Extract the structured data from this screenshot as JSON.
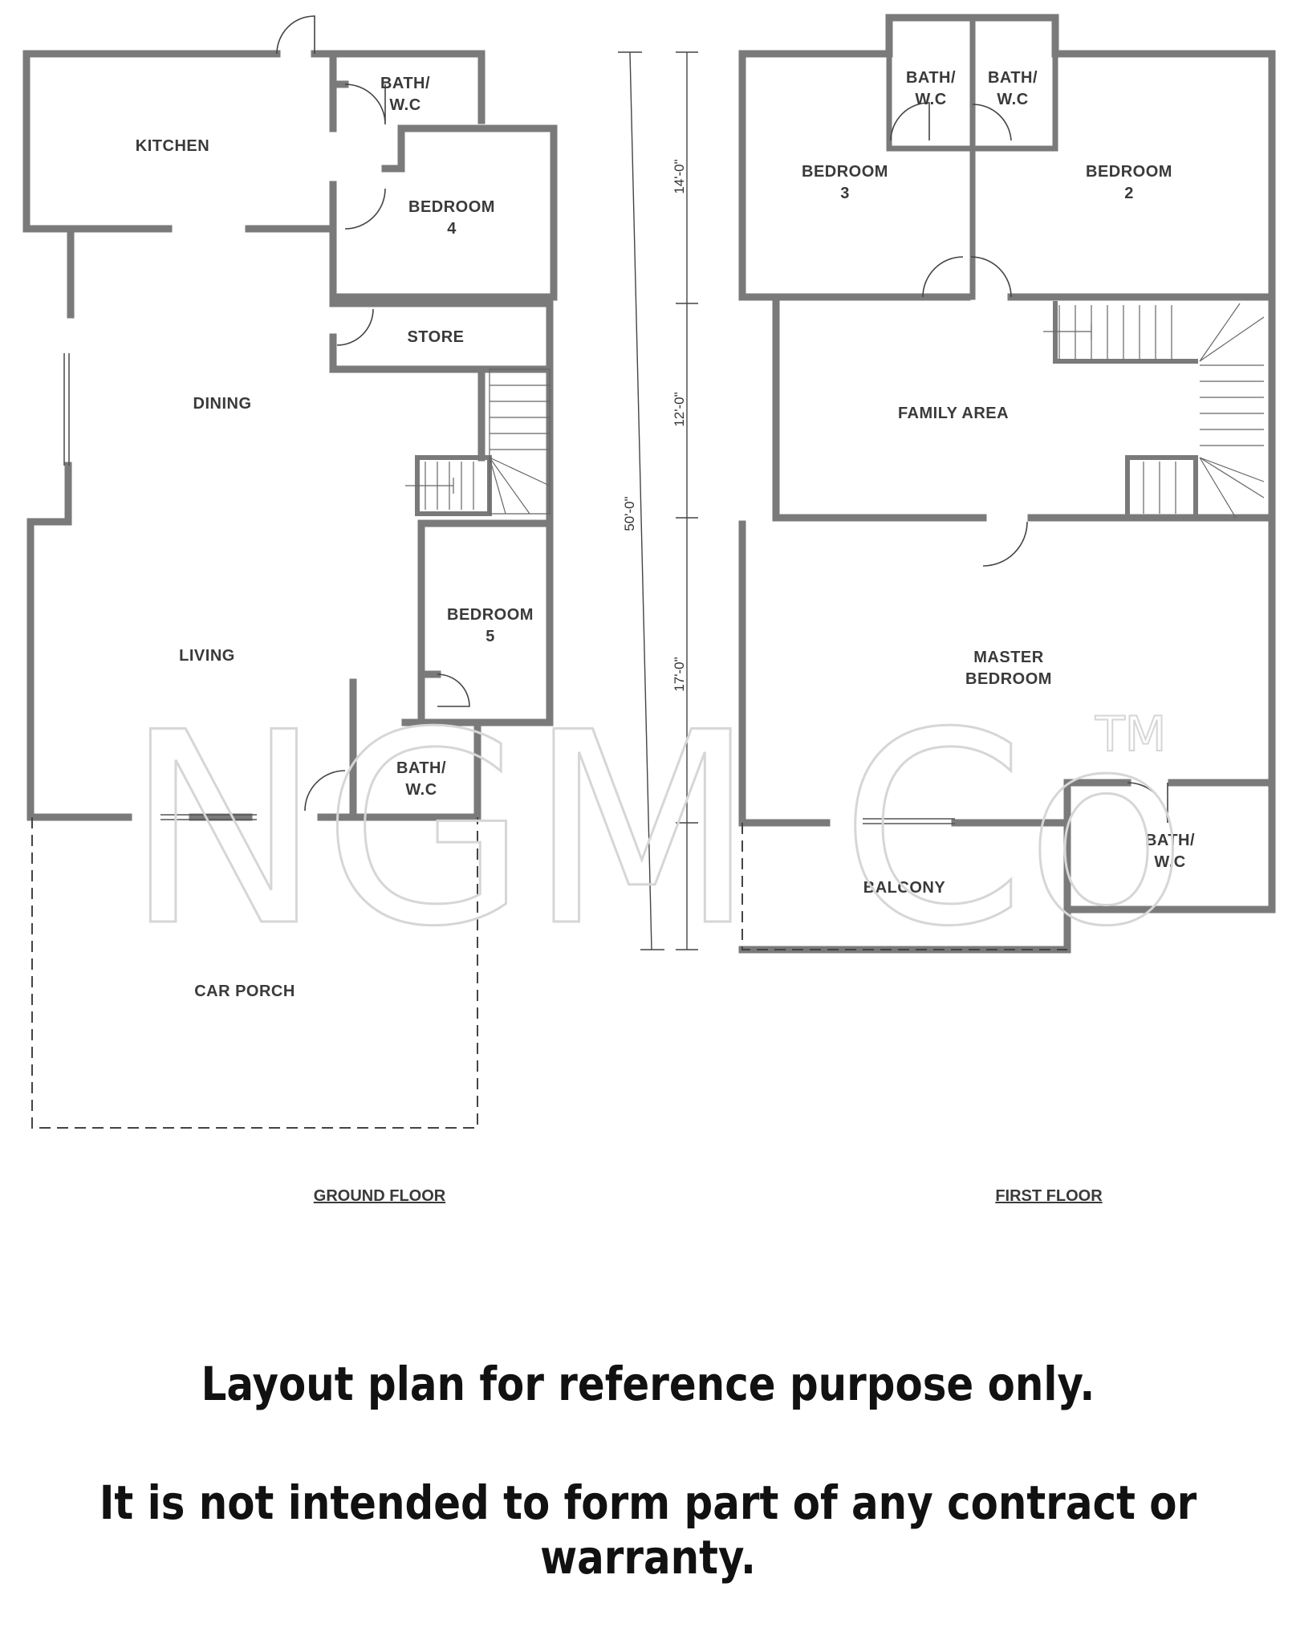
{
  "ground_floor": {
    "title": "GROUND FLOOR",
    "rooms": {
      "kitchen": "KITCHEN",
      "bath1_line1": "BATH/",
      "bath1_line2": "W.C",
      "bedroom4_line1": "BEDROOM",
      "bedroom4_line2": "4",
      "store": "STORE",
      "dining": "DINING",
      "bedroom5_line1": "BEDROOM",
      "bedroom5_line2": "5",
      "living": "LIVING",
      "bath2_line1": "BATH/",
      "bath2_line2": "W.C",
      "car_porch": "CAR PORCH"
    }
  },
  "first_floor": {
    "title": "FIRST FLOOR",
    "rooms": {
      "bath_a_line1": "BATH/",
      "bath_a_line2": "W.C",
      "bath_b_line1": "BATH/",
      "bath_b_line2": "W.C",
      "bedroom3_line1": "BEDROOM",
      "bedroom3_line2": "3",
      "bedroom2_line1": "BEDROOM",
      "bedroom2_line2": "2",
      "family_area": "FAMILY AREA",
      "master_line1": "MASTER",
      "master_line2": "BEDROOM",
      "bath_c_line1": "BATH/",
      "bath_c_line2": "W.C",
      "balcony": "BALCONY"
    }
  },
  "dimensions": {
    "total": "50'-0\"",
    "seg1": "14'-0\"",
    "seg2": "12'-0\"",
    "seg3": "17'-0\""
  },
  "watermark": {
    "text": "NGM Co",
    "tm": "TM"
  },
  "notes": {
    "line1": "Layout plan for reference purpose only.",
    "line2": "It is not intended to form part of any contract or warranty."
  }
}
